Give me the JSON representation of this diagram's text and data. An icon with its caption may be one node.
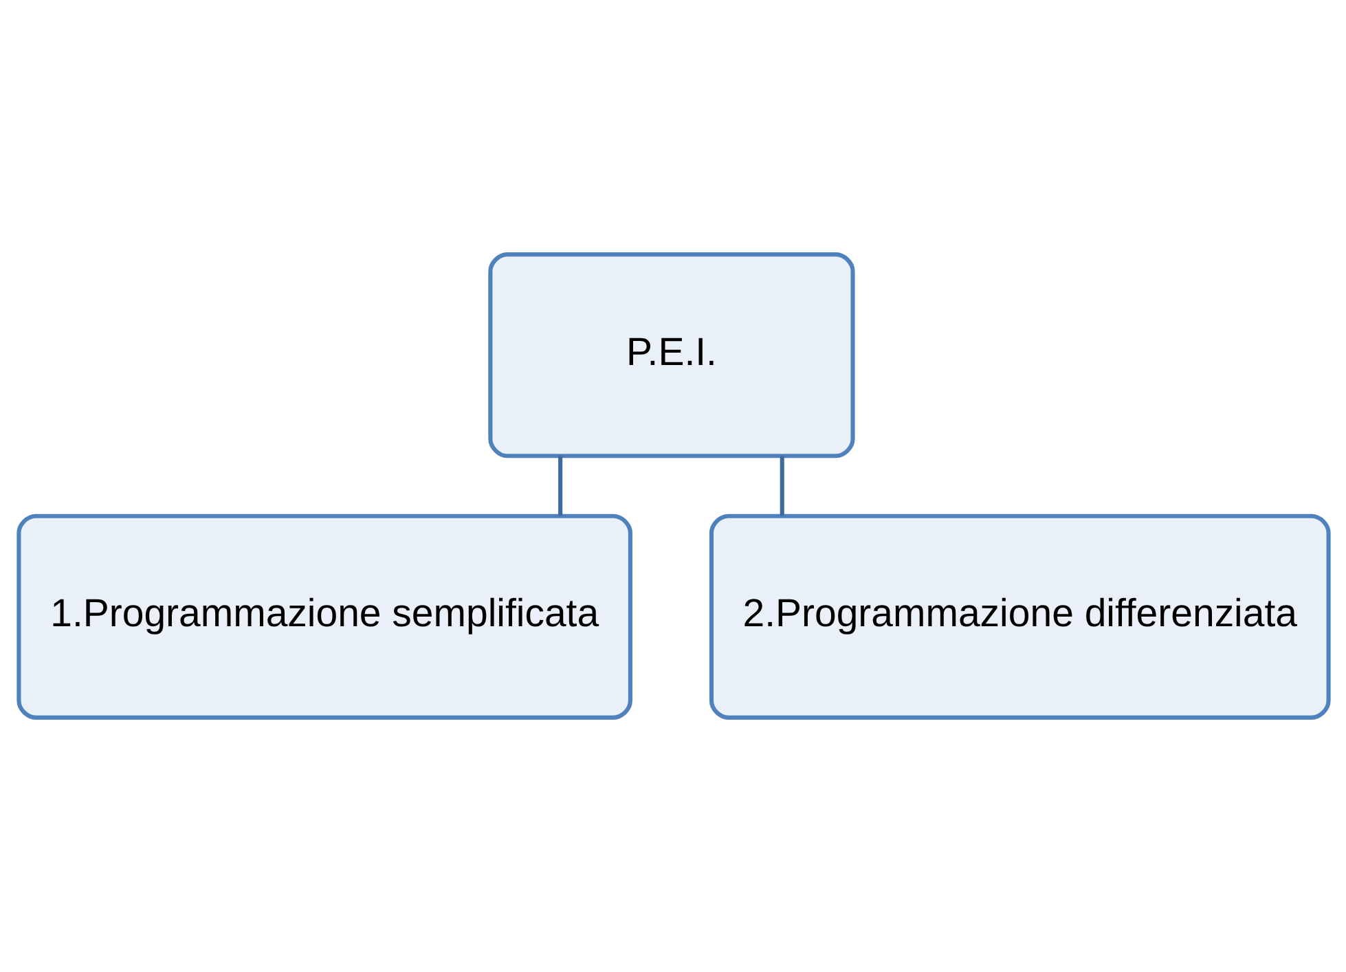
{
  "diagram": {
    "nodes": [
      {
        "text": [
          "P.E.I."
        ]
      },
      {
        "text": [
          "1.Programmazione semplificata"
        ]
      },
      {
        "text": [
          "2.Programmazione differenziata"
        ]
      }
    ],
    "edges": [
      {
        "from": 0,
        "to": 1,
        "arrow": "none"
      },
      {
        "from": 0,
        "to": 2,
        "arrow": "none"
      }
    ]
  }
}
